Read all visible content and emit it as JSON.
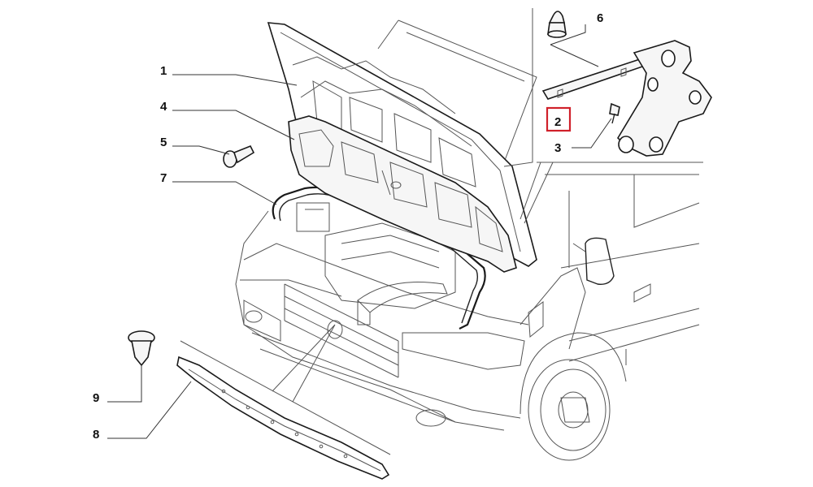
{
  "callouts": {
    "c1": "1",
    "c2": "2",
    "c3": "3",
    "c4": "4",
    "c5": "5",
    "c6": "6",
    "c7": "7",
    "c8": "8",
    "c9": "9"
  },
  "highlight": {
    "callout": "2",
    "color": "#d0202a"
  },
  "line_color": "#1a1a1a"
}
